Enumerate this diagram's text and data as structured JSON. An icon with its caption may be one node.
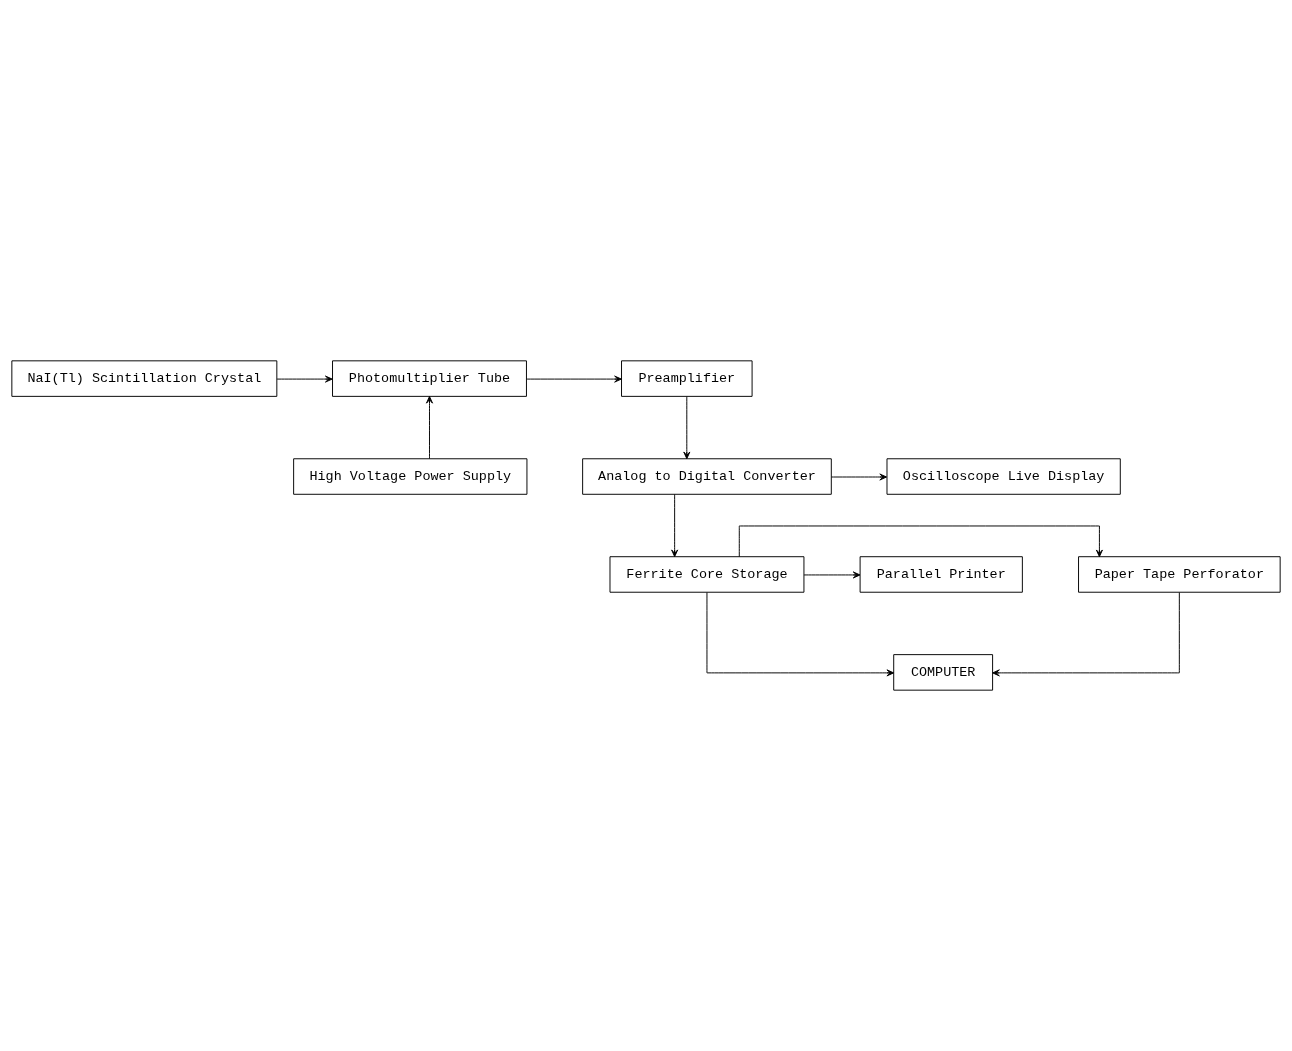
{
  "diagram": {
    "nodes": [
      {
        "text": [
          "NaI(Tl) Scintillation Crystal"
        ]
      },
      {
        "text": [
          "Photomultiplier Tube"
        ]
      },
      {
        "text": [
          "Preamplifier"
        ]
      },
      {
        "text": [
          "High Voltage Power Supply"
        ]
      },
      {
        "text": [
          "Analog to Digital Converter"
        ]
      },
      {
        "text": [
          "Oscilloscope Live Display"
        ]
      },
      {
        "text": [
          "Paper Tape Perforator"
        ]
      },
      {
        "text": [
          "Ferrite Core Storage"
        ]
      },
      {
        "text": [
          "Parallel Printer"
        ]
      },
      {
        "text": [
          "COMPUTER"
        ]
      }
    ],
    "edges": [
      {
        "from": 0,
        "to": 1,
        "arrow": "to"
      },
      {
        "from": 1,
        "to": 2,
        "arrow": "to"
      },
      {
        "from": 3,
        "to": 1,
        "arrow": "to"
      },
      {
        "from": 2,
        "to": 4,
        "arrow": "to"
      },
      {
        "from": 4,
        "to": 5,
        "arrow": "to"
      },
      {
        "from": 4,
        "to": 7,
        "arrow": "to"
      },
      {
        "from": 7,
        "to": 6,
        "arrow": "to"
      },
      {
        "from": 7,
        "to": 8,
        "arrow": "to"
      },
      {
        "from": 7,
        "to": 9,
        "arrow": "to"
      },
      {
        "from": 6,
        "to": 9,
        "arrow": "to"
      }
    ]
  }
}
